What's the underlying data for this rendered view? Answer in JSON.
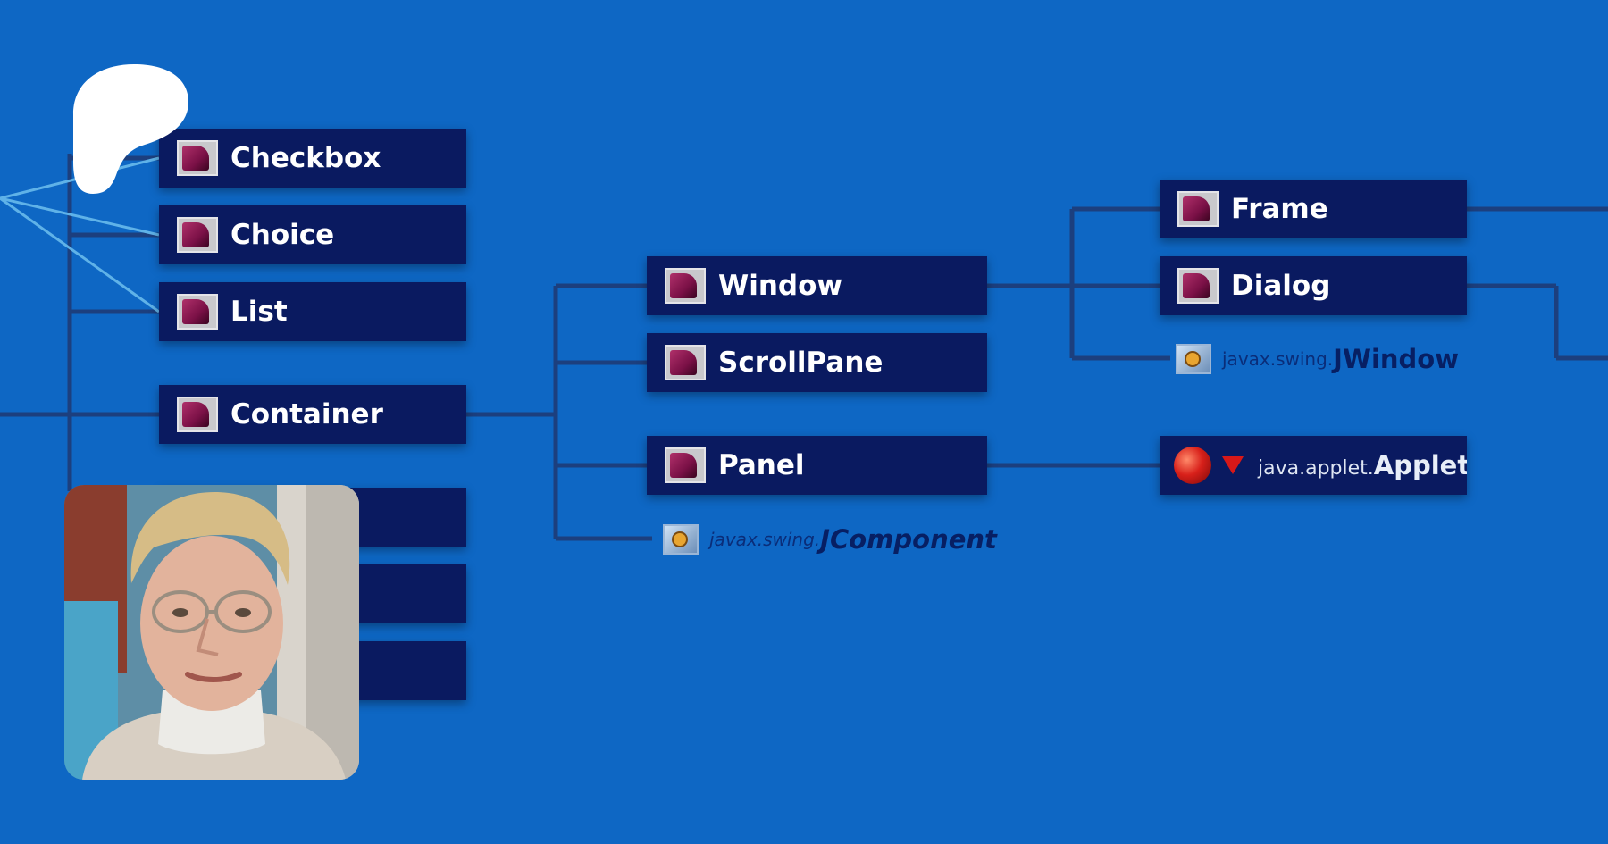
{
  "diagram": {
    "nodes": {
      "checkbox": "Checkbox",
      "choice": "Choice",
      "list": "List",
      "container": "Container",
      "window": "Window",
      "scrollpane": "ScrollPane",
      "panel": "Panel",
      "frame": "Frame",
      "dialog": "Dialog"
    },
    "extensions": {
      "jwindow": {
        "package": "javax.swing.",
        "class": "JWindow"
      },
      "jcomponent": {
        "package": "javax.swing.",
        "class": "JComponent"
      },
      "applet": {
        "package": "java.applet.",
        "class": "Applet"
      }
    }
  },
  "colors": {
    "background": "#0e67c4",
    "node_fill": "#0a1a60",
    "connector": "#1c3f7e",
    "accent_line": "#5fb2e8"
  },
  "icons": [
    "logo-icon",
    "window-icon",
    "bean-icon",
    "applet-icon",
    "dropdown-arrow-icon"
  ],
  "avatar": {
    "kind": "portrait photo"
  }
}
